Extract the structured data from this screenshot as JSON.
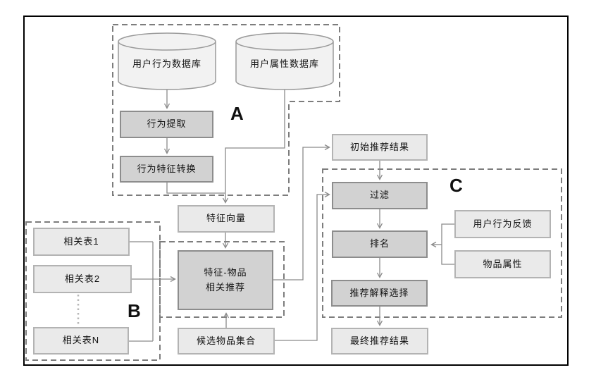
{
  "regions": {
    "a": "A",
    "b": "B",
    "c": "C"
  },
  "databases": {
    "user_behavior": "用户行为数据库",
    "user_attribute": "用户属性数据库"
  },
  "icons": {
    "user_behavior_db": "database-cylinder-icon",
    "user_attribute_db": "database-cylinder-icon"
  },
  "nodes": {
    "behavior_extract": "行为提取",
    "behavior_feature_convert": "行为特征转换",
    "feature_vector": "特征向量",
    "feature_item_line1": "特征-物品",
    "feature_item_line2": "相关推荐",
    "corr_table_1": "相关表1",
    "corr_table_2": "相关表2",
    "corr_table_n": "相关表N",
    "candidate_items": "候选物品集合",
    "initial_results": "初始推荐结果",
    "filter": "过滤",
    "ranking": "排名",
    "explanation_select": "推荐解释选择",
    "user_feedback": "用户行为反馈",
    "item_attributes": "物品属性",
    "final_results": "最终推荐结果"
  },
  "colors": {
    "process_fill": "#d2d2d2",
    "process_border": "#8d8d8d",
    "data_fill": "#eaeaea",
    "data_border": "#b3b3b3",
    "cylinder_fill": "#f2f2f2",
    "connector": "#8a8a8a",
    "region_dash": "#7d7d7d",
    "frame_border": "#000000",
    "text": "#111111"
  }
}
